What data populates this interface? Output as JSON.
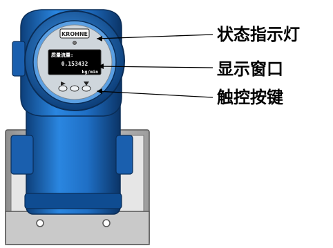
{
  "device_name_plate": "KROHNE",
  "display": {
    "line1": "质量流量:",
    "value": "0.153432",
    "unit": "kg/min"
  },
  "callouts": {
    "status_indicator": "状态指示灯",
    "display_window": "显示窗口",
    "touch_keys": "触控按键"
  },
  "colors": {
    "housing_blue": "#1f6fc5",
    "housing_dark": "#0d3f7a",
    "bracket_gray": "#b9b9b9",
    "lcd_background": "#000000"
  }
}
